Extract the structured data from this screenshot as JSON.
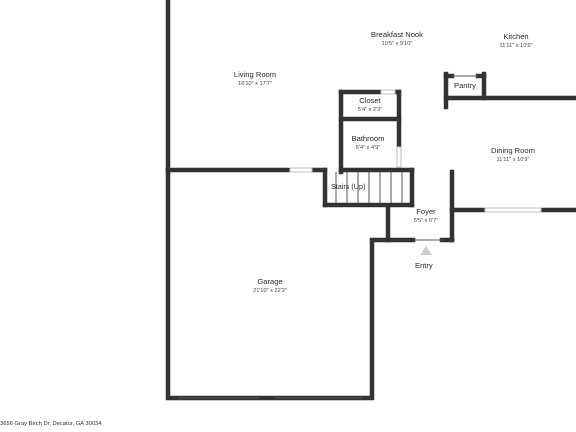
{
  "rooms": [
    {
      "id": "breakfast",
      "name": "Breakfast Nook",
      "dims": "10'5\" x 9'10\""
    },
    {
      "id": "kitchen",
      "name": "Kitchen",
      "dims": "11'11\" x 10'6\""
    },
    {
      "id": "living",
      "name": "Living Room",
      "dims": "16'10\" x 17'7\""
    },
    {
      "id": "closet",
      "name": "Closet",
      "dims": "5'4\" x 2'3\""
    },
    {
      "id": "bathroom",
      "name": "Bathroom",
      "dims": "5'4\" x 4'9\""
    },
    {
      "id": "dining",
      "name": "Dining Room",
      "dims": "11'11\" x 10'9\""
    },
    {
      "id": "foyer",
      "name": "Foyer",
      "dims": "5'5\" x 6'7\""
    },
    {
      "id": "garage",
      "name": "Garage",
      "dims": "21'10\" x 22'2\""
    }
  ],
  "labels": {
    "pantry": "Pantry",
    "stairs": "Stairs (Up)",
    "entry": "Entry"
  },
  "address": "3656 Gray Birch Dr, Decatur, GA 30034",
  "colors": {
    "wall": "#333333",
    "window": "#bdbdbd",
    "entry_arrow": "#cccccc"
  }
}
